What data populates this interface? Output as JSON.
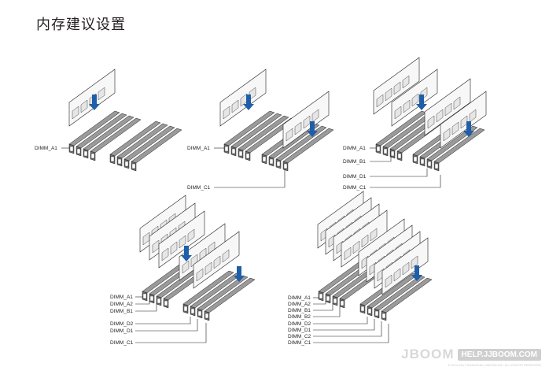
{
  "title": "内存建议设置",
  "configs": [
    {
      "id": "one-dimm",
      "labels": [
        "DIMM_A1"
      ]
    },
    {
      "id": "two-dimms",
      "labels": [
        "DIMM_A1",
        "DIMM_C1"
      ]
    },
    {
      "id": "three-dimms",
      "labels": [
        "DIMM_A1",
        "DIMM_B1",
        "DIMM_D1",
        "DIMM_C1"
      ]
    },
    {
      "id": "five-dimms",
      "labels": [
        "DIMM_A1",
        "DIMM_A2",
        "DIMM_B1",
        "DIMM_D2",
        "DIMM_D1",
        "DIMM_C1"
      ]
    },
    {
      "id": "eight-dimms",
      "labels": [
        "DIMM_A1",
        "DIMM_A2",
        "DIMM_B1",
        "DIMM_B2",
        "DIMM_D2",
        "DIMM_D1",
        "DIMM_C2",
        "DIMM_C1"
      ]
    }
  ],
  "watermark": {
    "logo": "JBOOM",
    "url": "HELP.JJBOOM.COM",
    "copyright": "© 2014-2017 SHANGHAI JJBOOM INC. ALL RIGHTS RESERVED"
  },
  "colors": {
    "ink": "#231f20",
    "slot": "#8c8c8c",
    "slot_dark": "#5a5a5a",
    "module": "#f4f4f4"
  }
}
